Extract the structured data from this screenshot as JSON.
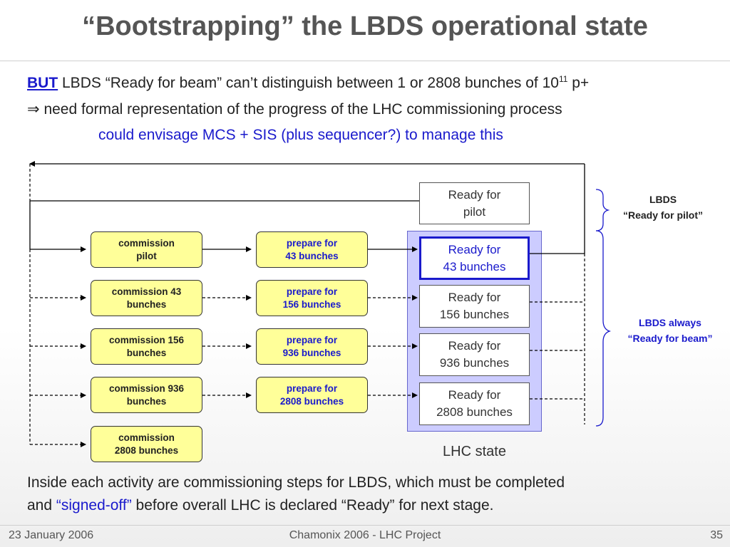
{
  "title": "“Bootstrapping” the LBDS operational state",
  "intro": {
    "but": "BUT",
    "line1_main": " LBDS “Ready for beam” can’t distinguish between 1 or 2808 bunches of 10",
    "line1_exp": "11",
    "line1_tail": " p+",
    "arrow": "⇒",
    "line2": " need formal representation of the progress of the LHC commissioning process",
    "line3": "could envisage MCS + SIS (plus sequencer?) to manage this"
  },
  "diagram": {
    "activities": [
      "commission\npilot",
      "commission 43\nbunches",
      "commission 156\nbunches",
      "commission 936\nbunches",
      "commission\n2808 bunches"
    ],
    "preparations": [
      "prepare for\n43 bunches",
      "prepare for\n156 bunches",
      "prepare for\n936 bunches",
      "prepare for\n2808 bunches"
    ],
    "states": [
      "Ready for\npilot",
      "Ready for\n43 bunches",
      "Ready for\n156 bunches",
      "Ready for\n936 bunches",
      "Ready for\n2808 bunches"
    ],
    "lhc_state_label": "LHC state",
    "side_pilot": "LBDS\n“Ready for pilot”",
    "side_beam": "LBDS always\n“Ready for beam”"
  },
  "conclusion": {
    "line1": "Inside each activity are commissioning steps for LBDS, which must be completed",
    "line2_a": "and ",
    "line2_signed": "“signed-off”",
    "line2_b": " before overall LHC is declared “Ready” for next stage."
  },
  "footer": {
    "date": "23 January 2006",
    "event": "Chamonix 2006 - LHC Project",
    "page": "35"
  },
  "colors": {
    "activity_fill": "#ffff99",
    "accent_blue": "#1a1acc",
    "lhc_panel": "#ccccff"
  }
}
